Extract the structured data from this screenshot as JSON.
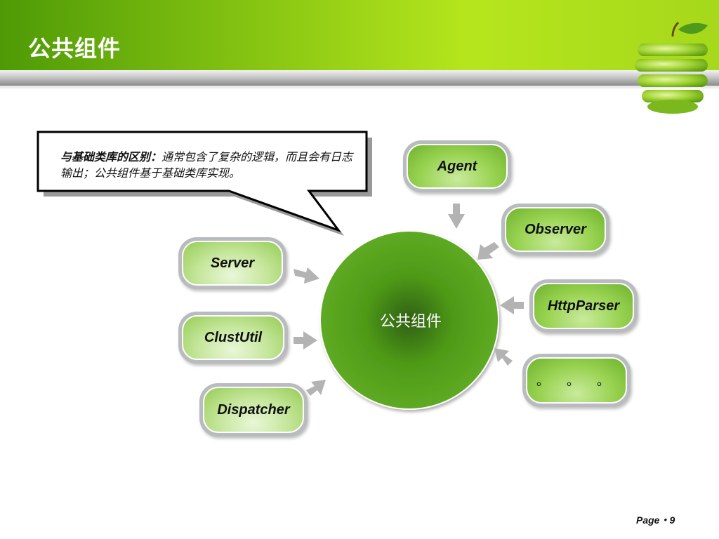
{
  "slide": {
    "title": "公共组件",
    "page_label": "Page・9"
  },
  "callout": {
    "bold_text": "与基础类库的区别：",
    "text": "通常包含了复杂的逻辑，而且会有日志输出；公共组件基于基础类库实现。"
  },
  "center": {
    "label": "公共组件"
  },
  "left_components": [
    "Server",
    "ClustUtil",
    "Dispatcher"
  ],
  "right_components": [
    "Agent",
    "Observer",
    "HttpParser",
    "。 。 。"
  ],
  "colors": {
    "accent_green": "#7cc01c",
    "circle_green": "#5aa51f",
    "arrow_gray": "#b3b3b3"
  }
}
